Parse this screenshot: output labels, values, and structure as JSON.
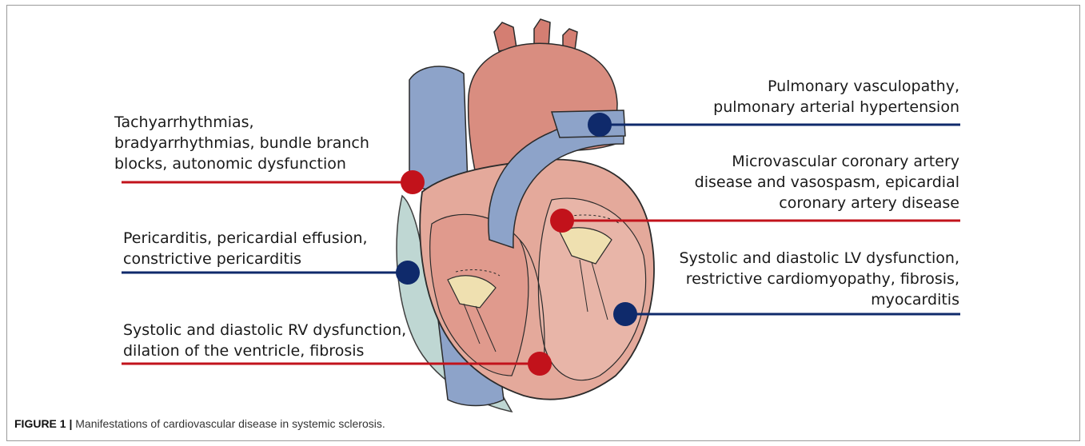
{
  "colors": {
    "red": "#c2121b",
    "blue": "#0f2a6b",
    "heart_red": "#d98d80",
    "vessel_blue": "#8da3c9",
    "outline": "#2b2b2b"
  },
  "annotations": {
    "arrhythmia": {
      "lines": [
        "Tachyarrhythmias,",
        "bradyarrhythmias, bundle branch",
        "blocks, autonomic dysfunction"
      ],
      "color": "red"
    },
    "pericarditis": {
      "lines": [
        "Pericarditis, pericardial effusion,",
        "constrictive pericarditis"
      ],
      "color": "blue"
    },
    "rv": {
      "lines": [
        "Systolic and diastolic RV dysfunction,",
        "dilation of the ventricle, fibrosis"
      ],
      "color": "red"
    },
    "pulmonary": {
      "lines": [
        "Pulmonary vasculopathy,",
        "pulmonary arterial hypertension"
      ],
      "color": "blue"
    },
    "coronary": {
      "lines": [
        "Microvascular coronary artery",
        "disease and vasospasm, epicardial",
        "coronary artery disease"
      ],
      "color": "red"
    },
    "lv": {
      "lines": [
        "Systolic and diastolic LV dysfunction,",
        "restrictive cardiomyopathy, fibrosis,",
        "myocarditis"
      ],
      "color": "blue"
    }
  },
  "caption": {
    "prefix": "FIGURE 1 |",
    "text": " Manifestations of cardiovascular disease in systemic sclerosis."
  }
}
